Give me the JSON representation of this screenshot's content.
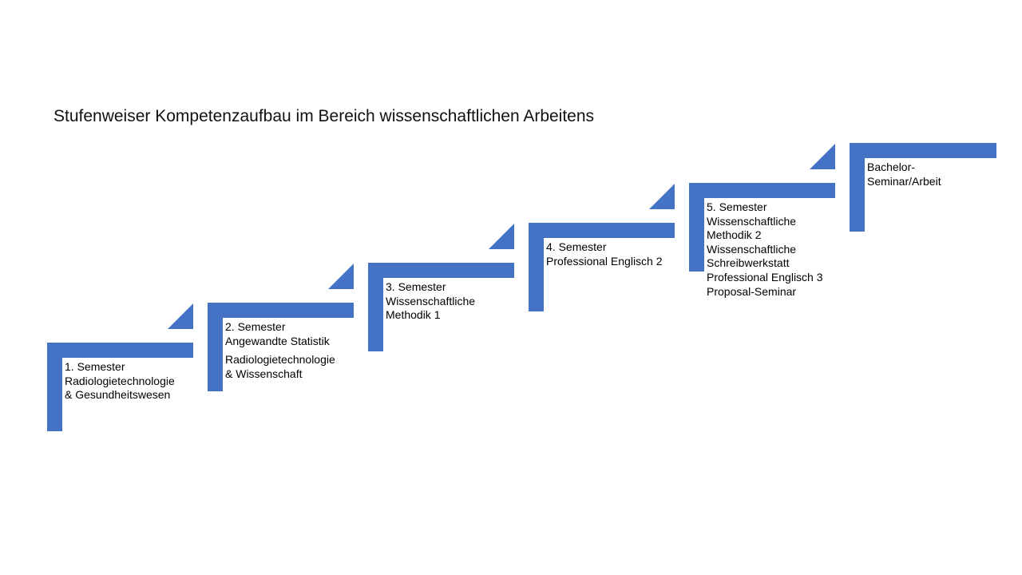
{
  "title": "Stufenweiser Kompetenzaufbau im Bereich wissenschaftlichen Arbeitens",
  "colors": {
    "step": "#4472C4",
    "text": "#000000",
    "background": "#ffffff"
  },
  "steps": [
    {
      "groups": [
        [
          "1. Semester",
          "Radiologietechnologie",
          "& Gesundheitswesen"
        ]
      ]
    },
    {
      "groups": [
        [
          "2. Semester",
          "Angewandte Statistik"
        ],
        [
          "Radiologietechnologie",
          "& Wissenschaft"
        ]
      ]
    },
    {
      "groups": [
        [
          "3. Semester",
          "Wissenschaftliche",
          "Methodik  1"
        ]
      ]
    },
    {
      "groups": [
        [
          "4. Semester",
          "Professional Englisch 2"
        ]
      ]
    },
    {
      "groups": [
        [
          "5. Semester",
          "Wissenschaftliche",
          "Methodik  2",
          "Wissenschaftliche",
          "Schreibwerkstatt",
          "Professional Englisch 3",
          "Proposal-Seminar"
        ]
      ]
    },
    {
      "groups": [
        [
          "Bachelor-",
          "Seminar/Arbeit"
        ]
      ]
    }
  ]
}
